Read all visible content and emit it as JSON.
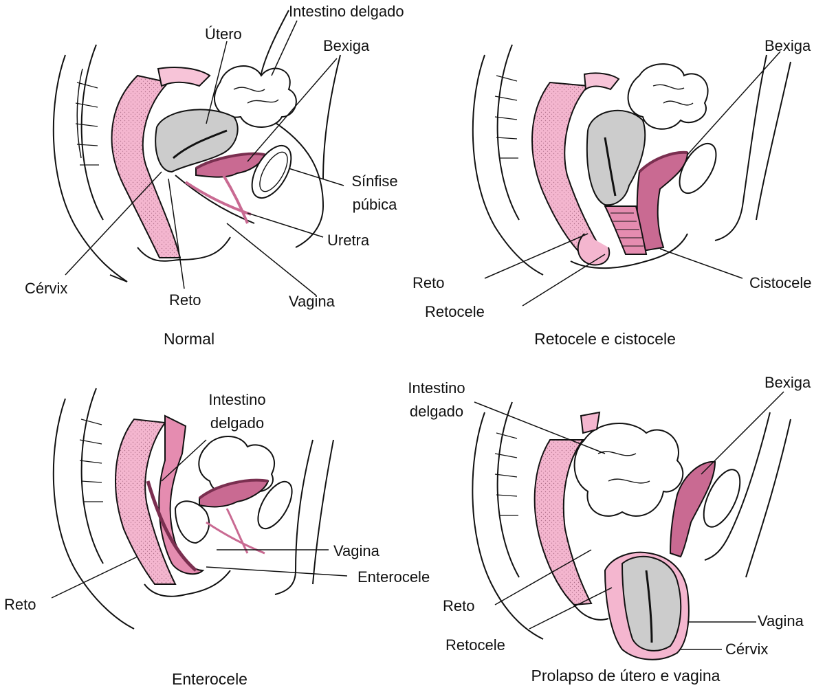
{
  "colors": {
    "pink_light": "#f4b6cf",
    "pink_mid": "#e58cb0",
    "pink_dark": "#c96a92",
    "uterus_gray": "#cccccc",
    "line": "#111111"
  },
  "panels": [
    {
      "title": "Normal",
      "labels": {
        "intestino": "Intestino delgado",
        "utero": "Útero",
        "bexiga": "Bexiga",
        "sinfise_1": "Sínfise",
        "sinfise_2": "púbica",
        "uretra": "Uretra",
        "vagina": "Vagina",
        "reto": "Reto",
        "cervix": "Cérvix"
      }
    },
    {
      "title": "Retocele e cistocele",
      "labels": {
        "bexiga": "Bexiga",
        "reto": "Reto",
        "retocele": "Retocele",
        "cistocele": "Cistocele"
      }
    },
    {
      "title": "Enterocele",
      "labels": {
        "intestino_1": "Intestino",
        "intestino_2": "delgado",
        "vagina": "Vagina",
        "enterocele": "Enterocele",
        "reto": "Reto"
      }
    },
    {
      "title": "Prolapso de útero e vagina",
      "labels": {
        "intestino_1": "Intestino",
        "intestino_2": "delgado",
        "bexiga": "Bexiga",
        "reto": "Reto",
        "retocele": "Retocele",
        "vagina": "Vagina",
        "cervix": "Cérvix"
      }
    }
  ]
}
